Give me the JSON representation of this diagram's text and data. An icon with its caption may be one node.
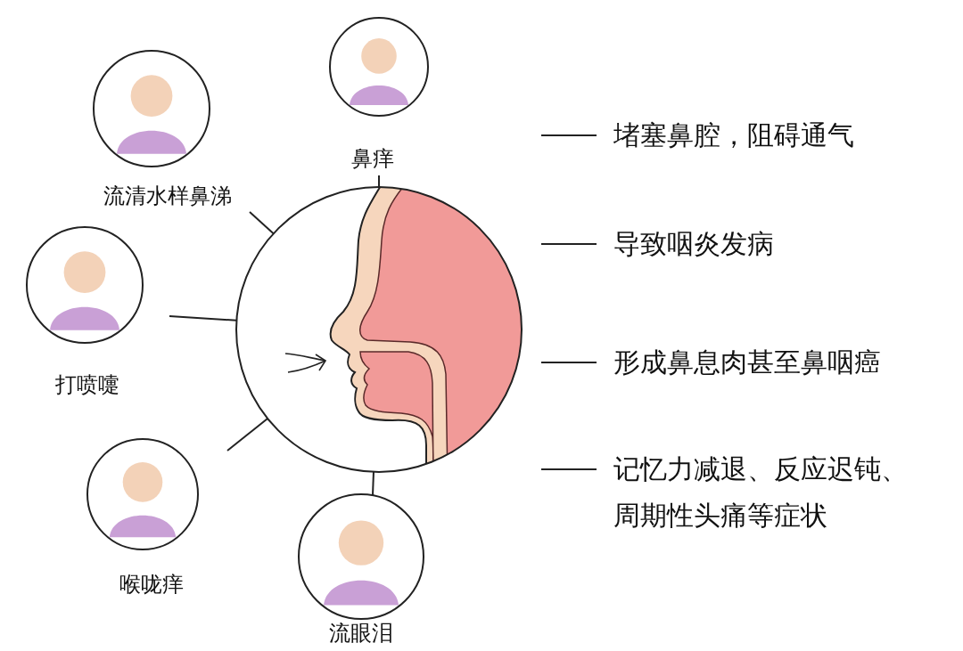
{
  "diagram": {
    "nodes": [
      {
        "text": [],
        "shape": "picture"
      },
      {
        "text": [
          "鼻痒"
        ]
      },
      {
        "text": [
          "流清水样鼻涕"
        ]
      },
      {
        "text": [
          "打喷嚏"
        ]
      },
      {
        "text": [
          "喉咙痒"
        ]
      },
      {
        "text": [
          "流眼泪"
        ]
      }
    ],
    "edges": [
      {
        "from": 1,
        "to": 0,
        "arrow": "none"
      },
      {
        "from": 2,
        "to": 0,
        "arrow": "none"
      },
      {
        "from": 3,
        "to": 0,
        "arrow": "none"
      },
      {
        "from": 4,
        "to": 0,
        "arrow": "none"
      },
      {
        "from": 5,
        "to": 0,
        "arrow": "none"
      }
    ],
    "labels": [
      "堵塞鼻腔，阻碍通气",
      "导致咽炎发病",
      "形成鼻息肉甚至鼻咽癌",
      "记忆力减退、反应迟钝、周期性头痛等症状"
    ]
  }
}
